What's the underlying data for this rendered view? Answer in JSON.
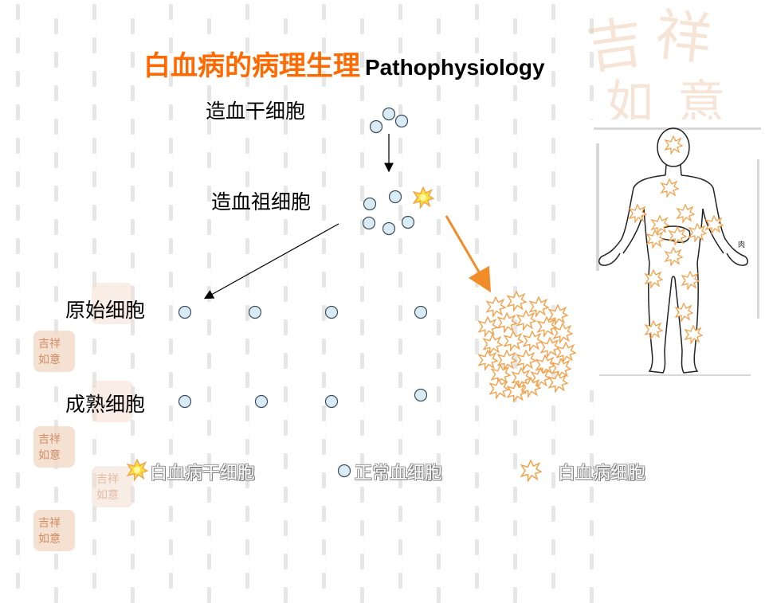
{
  "title": {
    "cn": "白血病的病理生理",
    "en": "Pathophysiology"
  },
  "labels": {
    "hematopoietic_stem_cell": "造血干细胞",
    "hematopoietic_progenitor_cell": "造血祖细胞",
    "primitive_cell": "原始细胞",
    "mature_cell": "成熟细胞"
  },
  "legend": {
    "leukemia_stem_cell": "白血病干细胞",
    "normal_blood_cell": "正常血细胞",
    "leukemia_cell": "白血病细胞"
  },
  "colors": {
    "title_orange": "#ff6a00",
    "normal_cell_fill": "#d9ecf5",
    "leukemia_stroke": "#f5a04a",
    "leukemia_stem_fill": "#f5e23a",
    "arrow_orange": "#f28c28",
    "seal_color": "#f3dccb"
  },
  "icons": {
    "normal_cell": "circle-icon",
    "leukemia_stem_cell": "yellow-starburst-icon",
    "leukemia_cell": "orange-starburst-icon",
    "body_figure": "human-body-figure",
    "watermark": "seal-watermark"
  }
}
